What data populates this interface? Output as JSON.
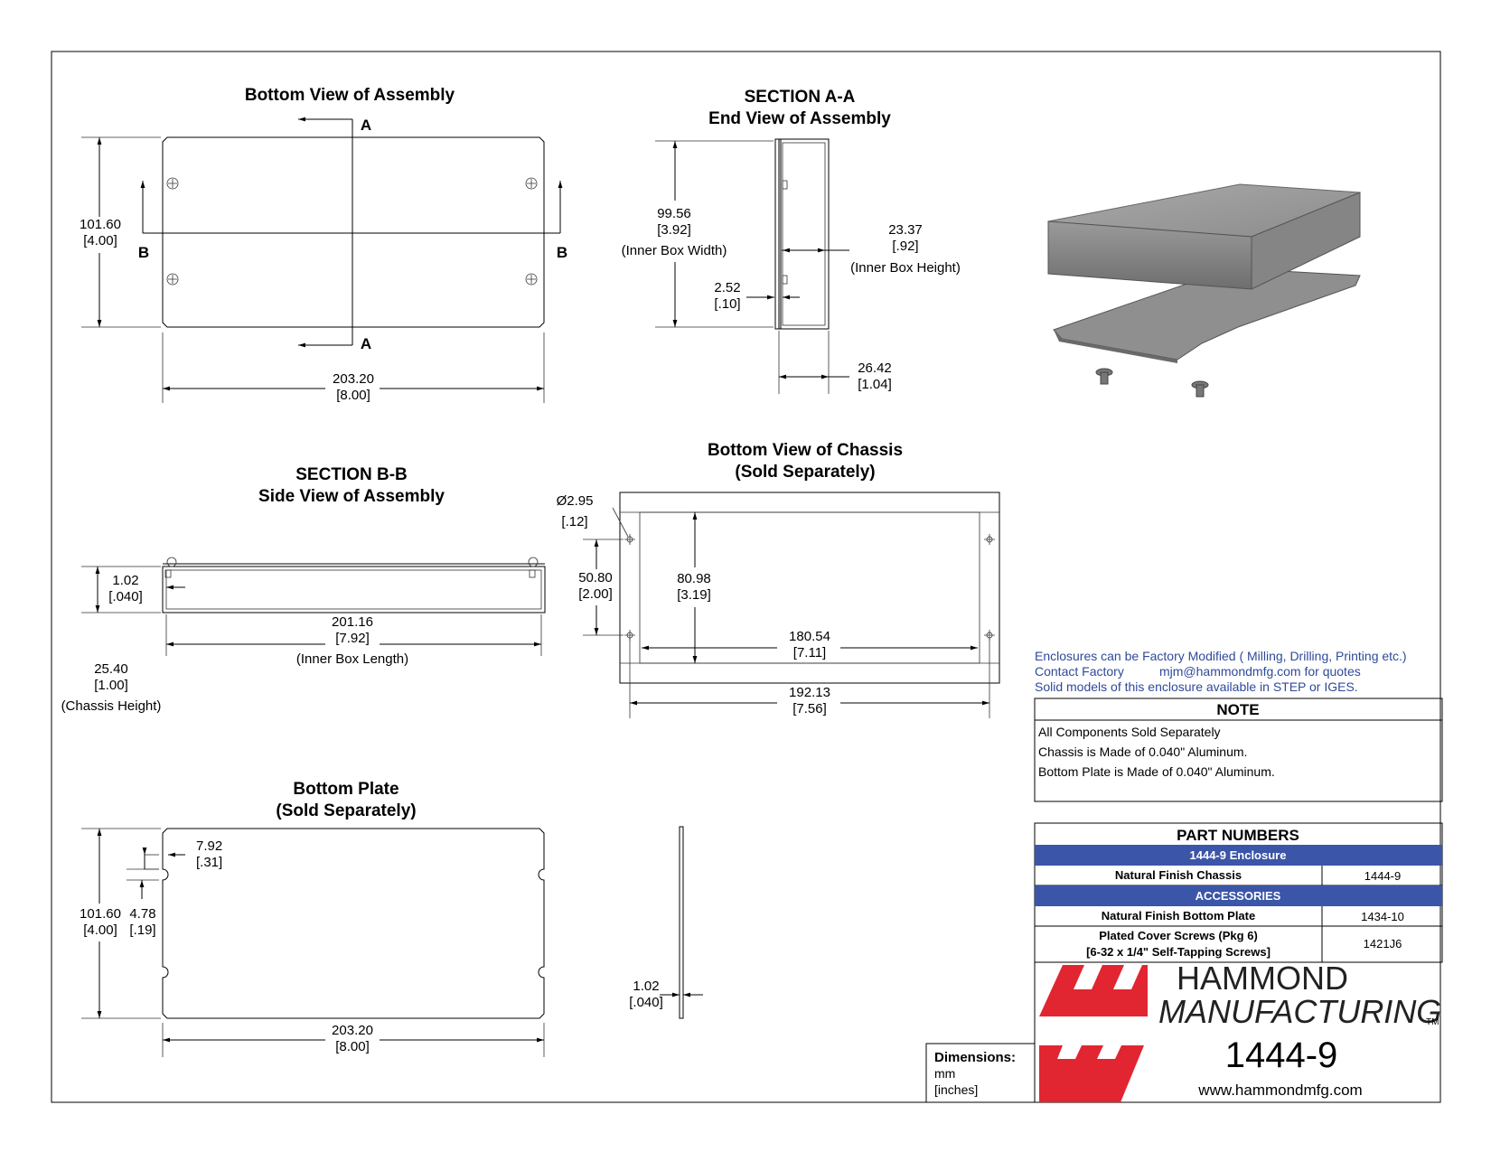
{
  "views": {
    "bottom_assembly": {
      "title": "Bottom View of Assembly",
      "section_a": "A",
      "section_b": "B",
      "height_mm": "101.60",
      "height_in": "[4.00]",
      "width_mm": "203.20",
      "width_in": "[8.00]"
    },
    "section_aa": {
      "title1": "SECTION A-A",
      "title2": "End View of Assembly",
      "inner_width_mm": "99.56",
      "inner_width_in": "[3.92]",
      "inner_width_note": "(Inner Box Width)",
      "inner_height_mm": "23.37",
      "inner_height_in": "[.92]",
      "inner_height_note": "(Inner Box Height)",
      "gap_mm": "2.52",
      "gap_in": "[.10]",
      "depth_mm": "26.42",
      "depth_in": "[1.04]"
    },
    "section_bb": {
      "title1": "SECTION B-B",
      "title2": "Side View of Assembly",
      "wall_mm": "1.02",
      "wall_in": "[.040]",
      "inner_length_mm": "201.16",
      "inner_length_in": "[7.92]",
      "inner_length_note": "(Inner Box Length)",
      "chassis_height_mm": "25.40",
      "chassis_height_in": "[1.00]",
      "chassis_height_note": "(Chassis Height)"
    },
    "bottom_chassis": {
      "title1": "Bottom View of Chassis",
      "title2": "(Sold Separately)",
      "hole_dia": "Ø2.95",
      "hole_dia_in": "[.12]",
      "hole_spacing_mm": "50.80",
      "hole_spacing_in": "[2.00]",
      "inner_mm": "80.98",
      "inner_in": "[3.19]",
      "span_mm": "180.54",
      "span_in": "[7.11]",
      "outer_mm": "192.13",
      "outer_in": "[7.56]"
    },
    "bottom_plate": {
      "title1": "Bottom Plate",
      "title2": "(Sold Separately)",
      "slot_mm": "7.92",
      "slot_in": "[.31]",
      "slot_w_mm": "4.78",
      "slot_w_in": "[.19]",
      "height_mm": "101.60",
      "height_in": "[4.00]",
      "width_mm": "203.20",
      "width_in": "[8.00]",
      "thick_mm": "1.02",
      "thick_in": "[.040]"
    }
  },
  "factory_note": {
    "line1": "Enclosures can be Factory Modified ( Milling, Drilling, Printing etc.)",
    "line2a": "Contact Factory",
    "line2b": "mjm@hammondmfg.com for quotes",
    "line3": "Solid models of this enclosure available in STEP or IGES."
  },
  "note_table": {
    "header": "NOTE",
    "lines": [
      "All Components Sold Separately",
      "Chassis is Made of 0.040\" Aluminum.",
      "Bottom Plate is Made of 0.040\" Aluminum."
    ]
  },
  "part_numbers": {
    "header": "PART NUMBERS",
    "group1": "1444-9 Enclosure",
    "rows1": [
      {
        "name": "Natural Finish Chassis",
        "pn": "1444-9"
      }
    ],
    "group2": "ACCESSORIES",
    "rows2": [
      {
        "name": "Natural Finish Bottom Plate",
        "pn": "1434-10"
      },
      {
        "name": "Plated Cover Screws (Pkg 6)",
        "name2": "[6-32 x 1/4\" Self-Tapping Screws]",
        "pn": "1421J6"
      }
    ]
  },
  "title_block": {
    "company1": "HAMMOND",
    "company2": "MANUFACTURING",
    "tm": "TM",
    "part": "1444-9",
    "url": "www.hammondmfg.com",
    "dims_label": "Dimensions:",
    "dims_unit1": "mm",
    "dims_unit2": "[inches]"
  },
  "colors": {
    "table_header_blue": "#3b55a8",
    "logo_red": "#e12631",
    "note_blue": "#2e4a9b"
  }
}
